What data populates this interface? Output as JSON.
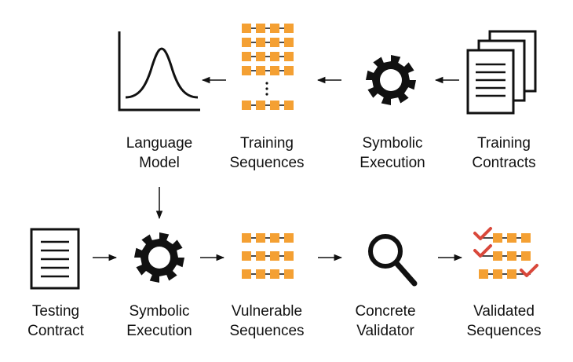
{
  "colors": {
    "block": "#f4a033",
    "check": "#d9483b",
    "ink": "#111111"
  },
  "nodes": {
    "language_model": {
      "line1": "Language",
      "line2": "Model",
      "icon": "bell-curve-plot-icon"
    },
    "training_sequences": {
      "line1": "Training",
      "line2": "Sequences",
      "icon": "sequence-blocks-icon"
    },
    "symbolic_execution_top": {
      "line1": "Symbolic",
      "line2": "Execution",
      "icon": "gear-icon"
    },
    "training_contracts": {
      "line1": "Training",
      "line2": "Contracts",
      "icon": "document-stack-icon"
    },
    "testing_contract": {
      "line1": "Testing",
      "line2": "Contract",
      "icon": "document-icon"
    },
    "symbolic_execution_bottom": {
      "line1": "Symbolic",
      "line2": "Execution",
      "icon": "gear-icon"
    },
    "vulnerable_sequences": {
      "line1": "Vulnerable",
      "line2": "Sequences",
      "icon": "sequence-blocks-icon"
    },
    "concrete_validator": {
      "line1": "Concrete",
      "line2": "Validator",
      "icon": "magnifier-icon"
    },
    "validated_sequences": {
      "line1": "Validated",
      "line2": "Sequences",
      "icon": "checked-sequence-blocks-icon"
    }
  }
}
